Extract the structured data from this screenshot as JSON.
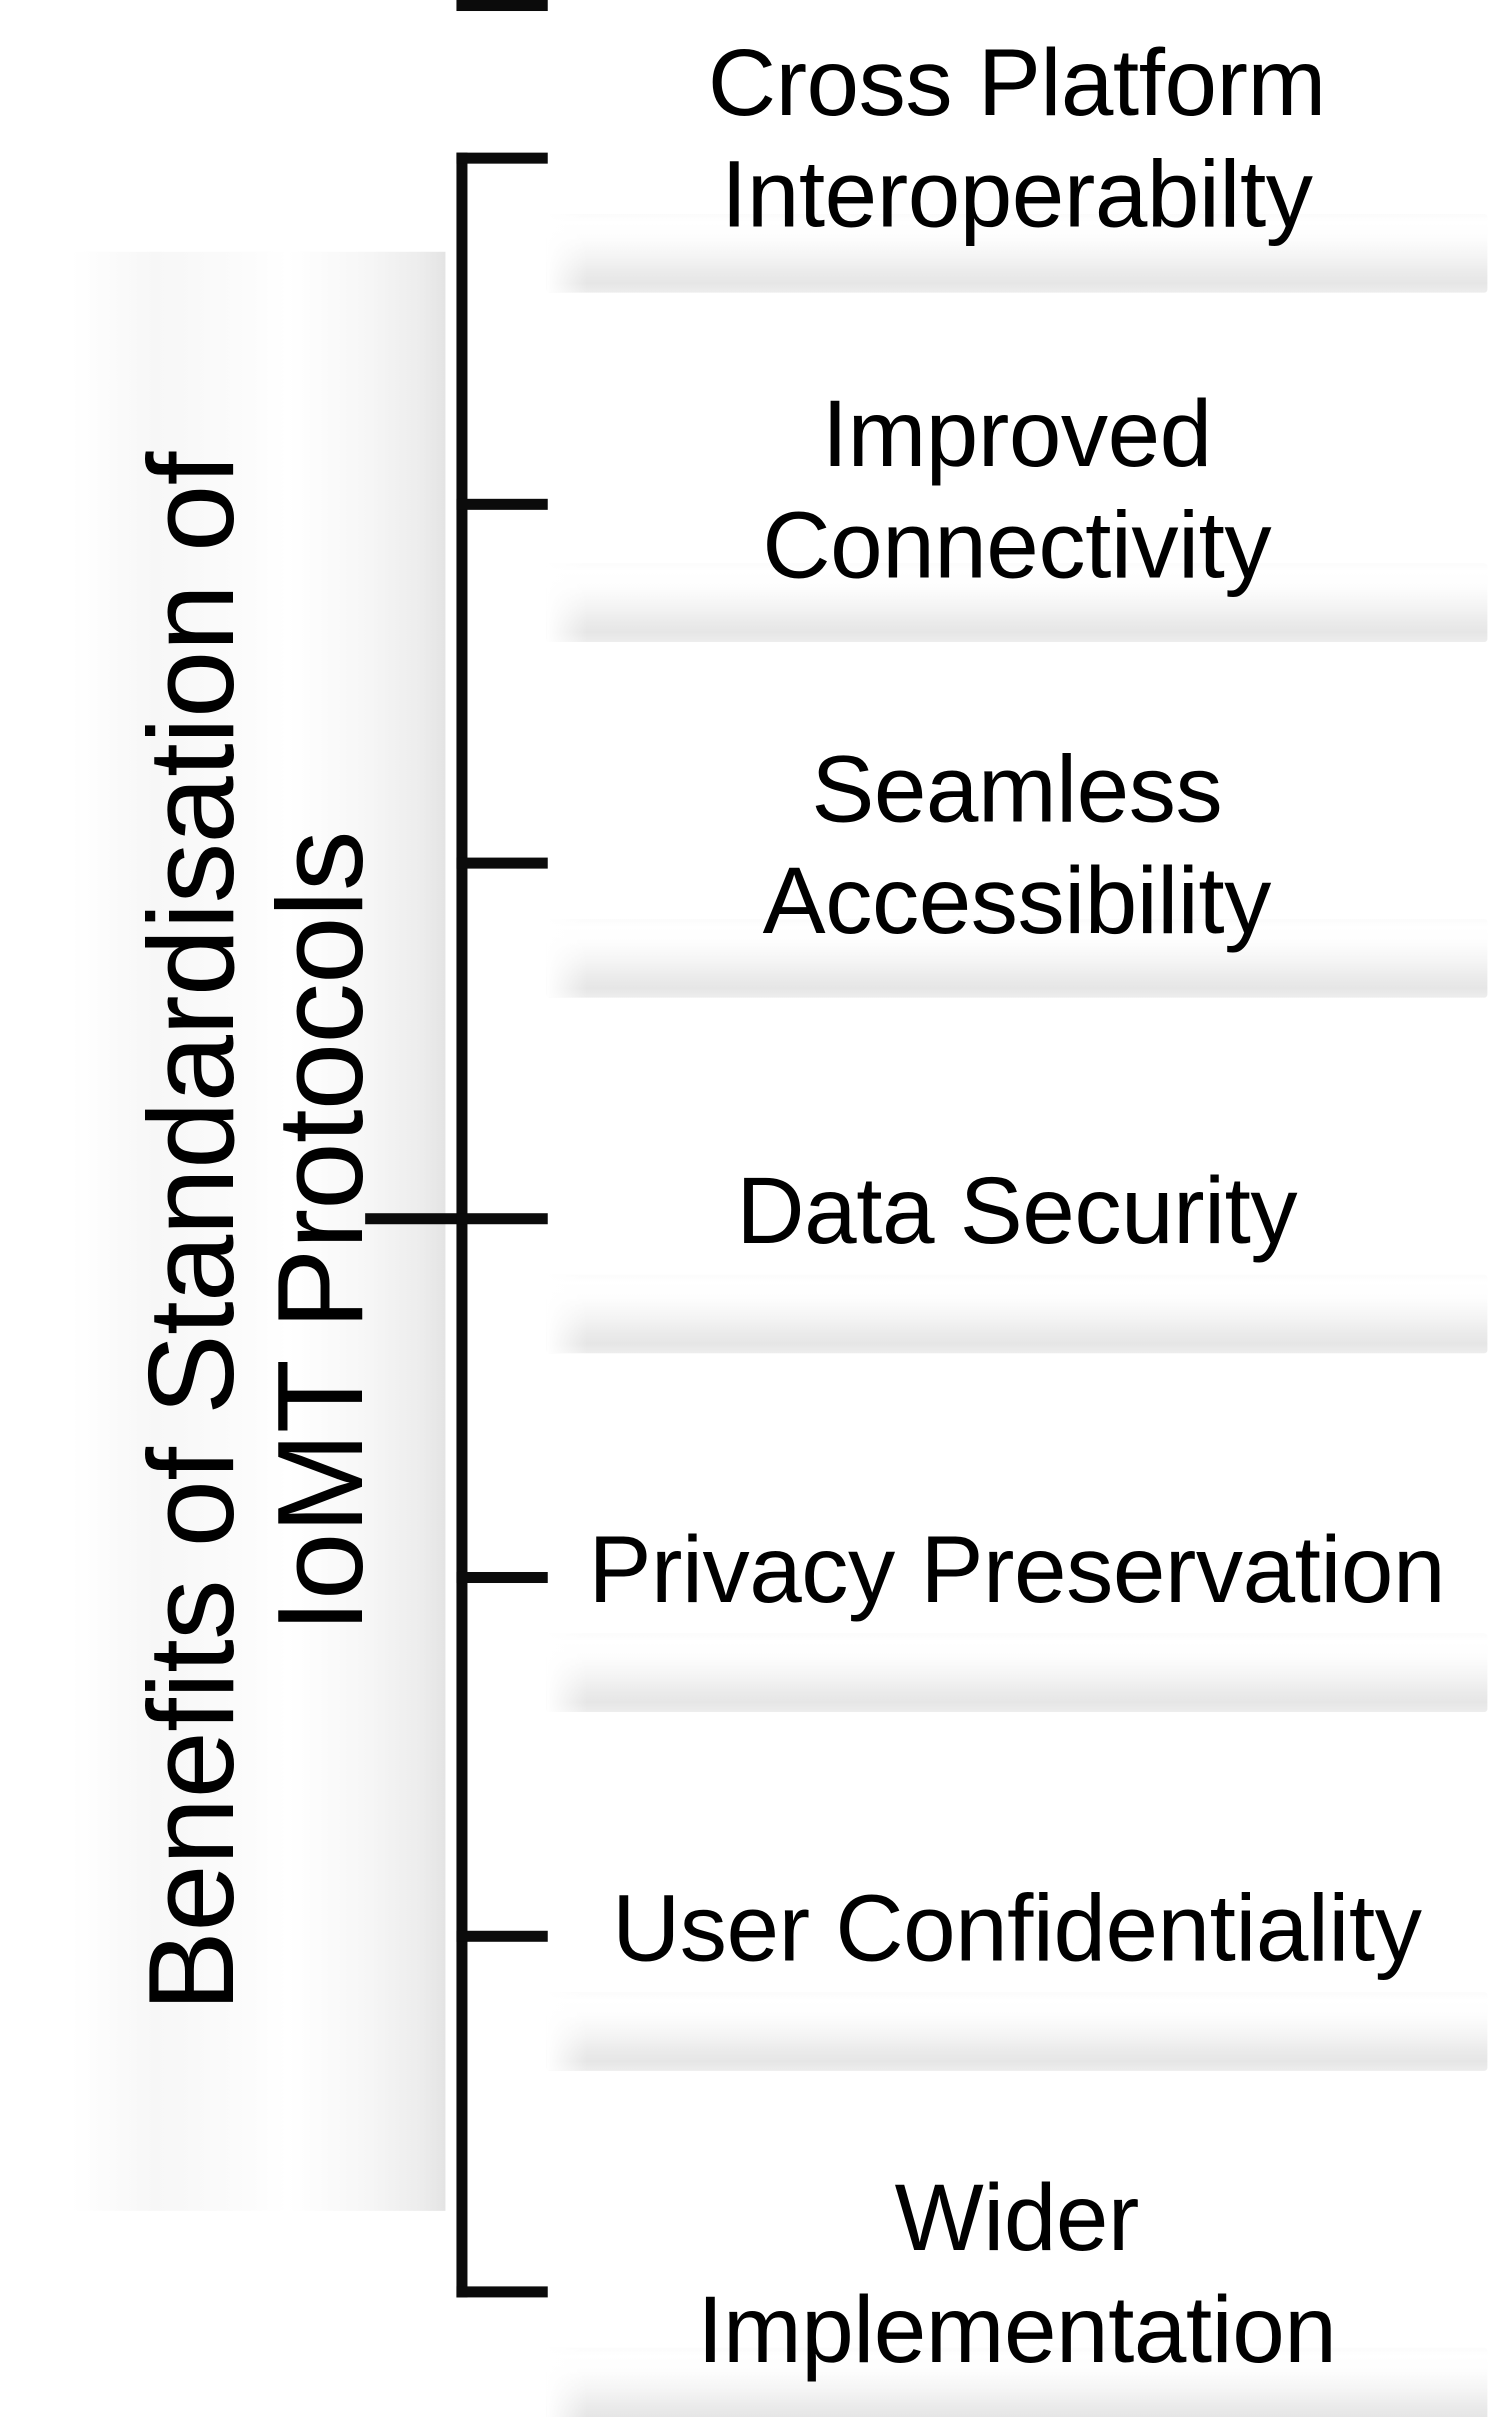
{
  "diagram": {
    "type": "tree",
    "orientation": "horizontal-left-root",
    "root": {
      "label": "Benefits of Standardisation of IoMT Protocols",
      "label_line1": "Benefits of Standardisation of",
      "label_line2": "IoMT Protocols",
      "rotation_degrees": -90
    },
    "branches": [
      {
        "id": "cross-platform-interoperability",
        "label": "Cross Platform Interoperabilty",
        "line1": "Cross Platform",
        "line2": "Interoperabilty",
        "lines": 2
      },
      {
        "id": "improved-connectivity",
        "label": "Improved Connectivity",
        "line1": "Improved",
        "line2": "Connectivity",
        "lines": 2
      },
      {
        "id": "seamless-accessibility",
        "label": "Seamless Accessibility",
        "line1": "Seamless",
        "line2": "Accessibility",
        "lines": 2
      },
      {
        "id": "data-security",
        "label": "Data Security",
        "line1": "Data Security",
        "line2": "",
        "lines": 1
      },
      {
        "id": "privacy-preservation",
        "label": "Privacy Preservation",
        "line1": "Privacy Preservation",
        "line2": "",
        "lines": 1
      },
      {
        "id": "user-confidentiality",
        "label": "User Confidentiality",
        "line1": "User Confidentiality",
        "line2": "",
        "lines": 1
      },
      {
        "id": "wider-implementation",
        "label": "Wider Implementation",
        "line1": "Wider",
        "line2": "Implementation",
        "lines": 2
      }
    ],
    "colors": {
      "background": "#ffffff",
      "connector": "#0b0b0b",
      "text": "#000000",
      "box_fill_light": "#ffffff",
      "box_fill_shade": "#e6e6e6"
    }
  }
}
